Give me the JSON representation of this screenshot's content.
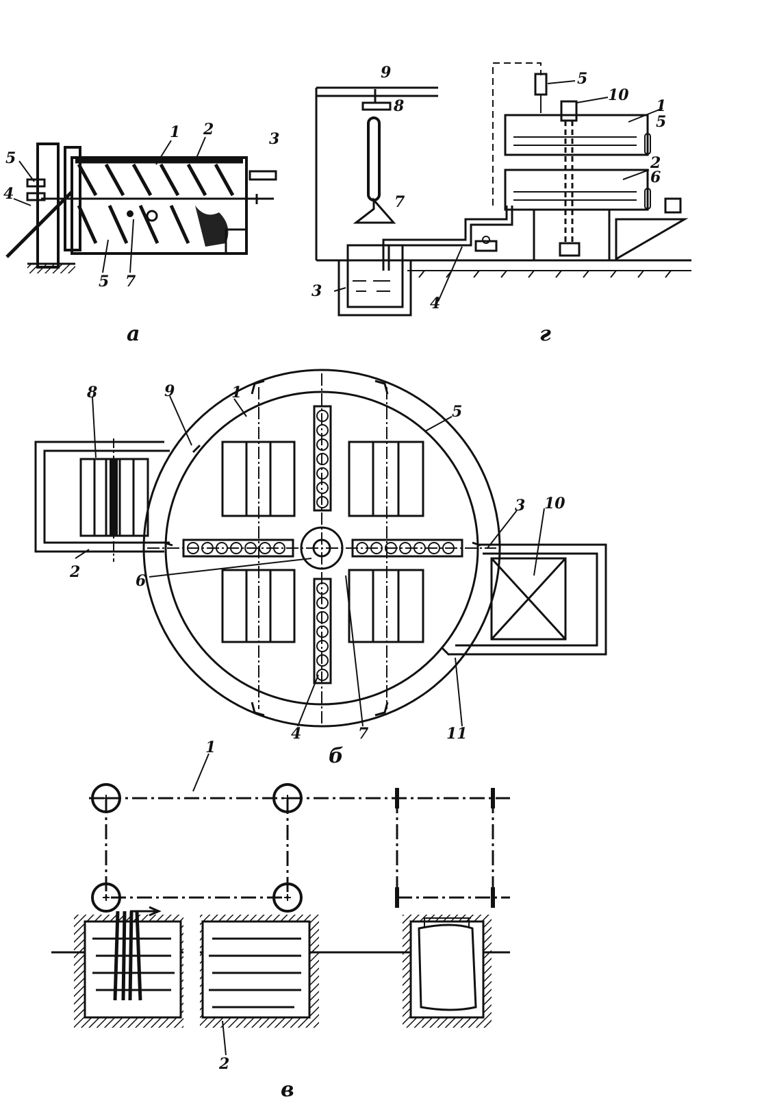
{
  "panel_a": {
    "caption": "а",
    "labels": {
      "l1": "1",
      "l2": "2",
      "l3": "3",
      "l4": "4",
      "l5a": "5",
      "l5b": "5",
      "l7": "7"
    }
  },
  "panel_g": {
    "caption": "г",
    "labels": {
      "l9": "9",
      "l8": "8",
      "l7": "7",
      "l3": "3",
      "l4": "4",
      "l5": "5",
      "l10": "10",
      "l1": "1",
      "l5b": "5",
      "l2": "2",
      "l6": "6"
    }
  },
  "panel_b": {
    "caption": "б",
    "labels": {
      "l8": "8",
      "l9": "9",
      "l1": "1",
      "l5": "5",
      "l3": "3",
      "l10": "10",
      "l2": "2",
      "l6": "6",
      "l4": "4",
      "l7": "7",
      "l11": "11"
    }
  },
  "panel_v": {
    "caption": "в",
    "labels": {
      "l1": "1",
      "l2": "2"
    }
  }
}
